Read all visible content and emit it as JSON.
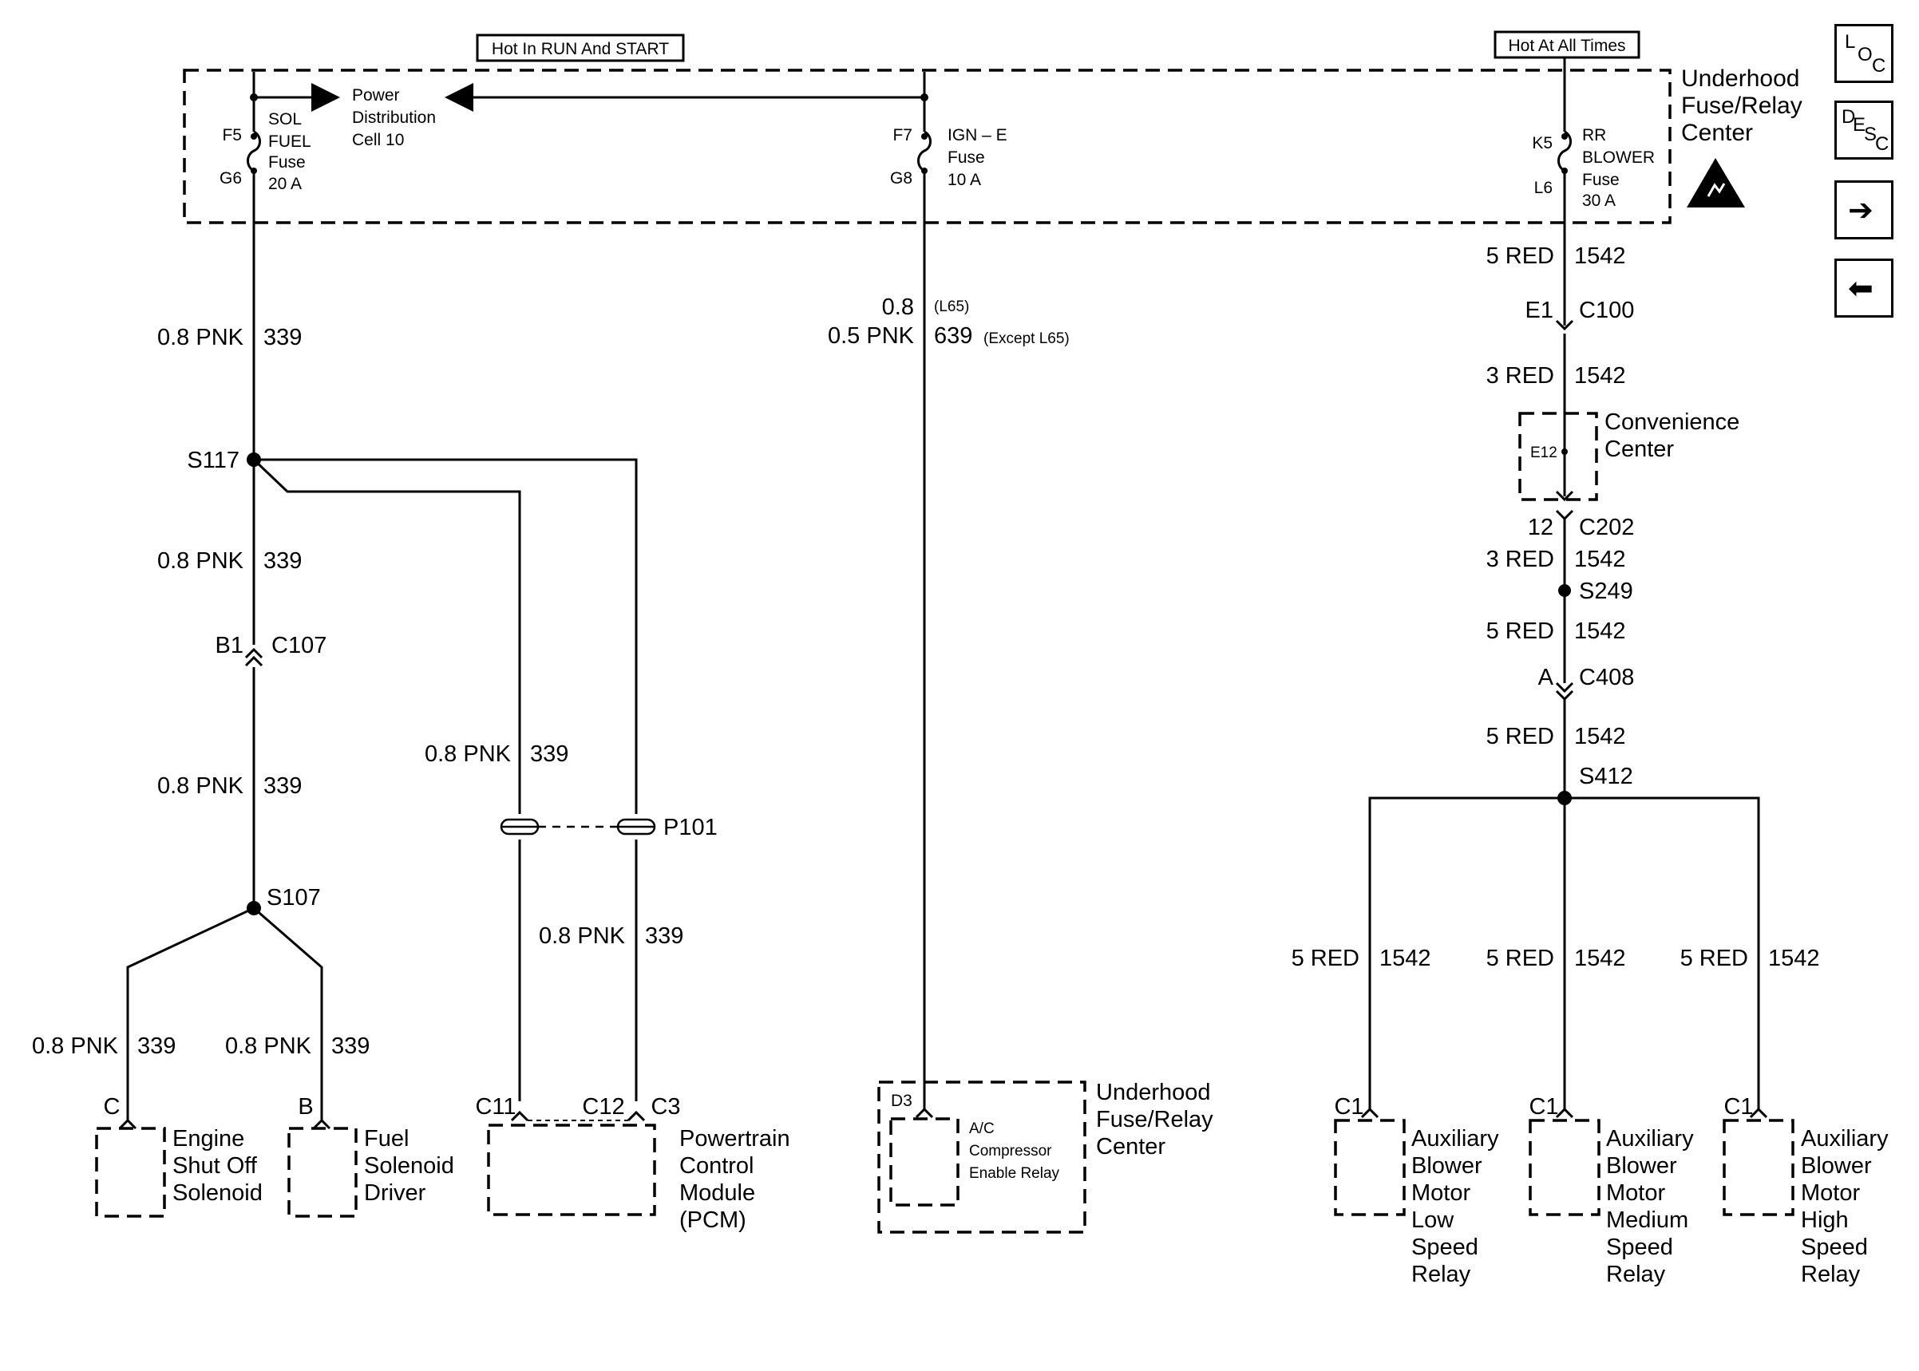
{
  "headers": {
    "run_start": "Hot In RUN And START",
    "all_times": "Hot At All Times"
  },
  "underhood_top": [
    "Underhood",
    "Fuse/Relay",
    "Center"
  ],
  "power_dist": [
    "Power",
    "Distribution",
    "Cell 10"
  ],
  "fuse_f5": {
    "pin_top": "F5",
    "pin_bottom": "G6",
    "label": [
      "SOL",
      "FUEL",
      "Fuse",
      "20 A"
    ]
  },
  "fuse_f7": {
    "pin_top": "F7",
    "pin_bottom": "G8",
    "label": [
      "IGN – E",
      "Fuse",
      "10 A"
    ]
  },
  "fuse_k5": {
    "pin_top": "K5",
    "pin_bottom": "L6",
    "label": [
      "RR",
      "BLOWER",
      "Fuse",
      "30 A"
    ]
  },
  "wires": {
    "w339_top": {
      "color": "0.8 PNK",
      "circuit": "339"
    },
    "w339_mid": {
      "color": "0.8 PNK",
      "circuit": "339"
    },
    "w339_low": {
      "color": "0.8 PNK",
      "circuit": "339"
    },
    "w339_pcm_up": {
      "color": "0.8 PNK",
      "circuit": "339"
    },
    "w339_pcm_low": {
      "color": "0.8 PNK",
      "circuit": "339"
    },
    "w339_eng": {
      "color": "0.8 PNK",
      "circuit": "339"
    },
    "w339_fuel": {
      "color": "0.8 PNK",
      "circuit": "339"
    },
    "w639_a": {
      "color": "0.8",
      "note": "(L65)"
    },
    "w639_b": {
      "color": "0.5 PNK",
      "circuit": "639",
      "note": "(Except L65)"
    },
    "w1542_1": {
      "color": "5 RED",
      "circuit": "1542"
    },
    "w1542_2": {
      "color": "3 RED",
      "circuit": "1542"
    },
    "w1542_3": {
      "color": "3 RED",
      "circuit": "1542"
    },
    "w1542_4": {
      "color": "5 RED",
      "circuit": "1542"
    },
    "w1542_5": {
      "color": "5 RED",
      "circuit": "1542"
    },
    "w1542_low": {
      "color": "5 RED",
      "circuit": "1542"
    },
    "w1542_med": {
      "color": "5 RED",
      "circuit": "1542"
    },
    "w1542_high": {
      "color": "5 RED",
      "circuit": "1542"
    }
  },
  "splices": {
    "s117": "S117",
    "s107": "S107",
    "s249": "S249",
    "s412": "S412"
  },
  "connectors": {
    "c107": {
      "pin": "B1",
      "name": "C107"
    },
    "c100": {
      "pin": "E1",
      "name": "C100"
    },
    "c202": {
      "pin": "12",
      "name": "C202"
    },
    "c408": {
      "pin": "A",
      "name": "C408"
    },
    "p101": "P101",
    "conv_pin": "E12"
  },
  "convenience": [
    "Convenience",
    "Center"
  ],
  "components": {
    "engine": {
      "pin": "C",
      "name": [
        "Engine",
        "Shut Off",
        "Solenoid"
      ]
    },
    "fuel": {
      "pin": "B",
      "name": [
        "Fuel",
        "Solenoid",
        "Driver"
      ]
    },
    "pcm": {
      "pins": [
        "C11",
        "C12",
        "C3"
      ],
      "name": [
        "Powertrain",
        "Control",
        "Module",
        "(PCM)"
      ]
    },
    "ac_relay": {
      "pin": "D3",
      "name": [
        "A/C",
        "Compressor",
        "Enable Relay"
      ]
    },
    "underhood_bottom": [
      "Underhood",
      "Fuse/Relay",
      "Center"
    ],
    "low": {
      "pin": "C1",
      "name": [
        "Auxiliary",
        "Blower",
        "Motor",
        "Low",
        "Speed",
        "Relay"
      ]
    },
    "med": {
      "pin": "C1",
      "name": [
        "Auxiliary",
        "Blower",
        "Motor",
        "Medium",
        "Speed",
        "Relay"
      ]
    },
    "high": {
      "pin": "C1",
      "name": [
        "Auxiliary",
        "Blower",
        "Motor",
        "High",
        "Speed",
        "Relay"
      ]
    }
  },
  "nav": {
    "loc": [
      "L",
      "O",
      "C"
    ],
    "desc": [
      "D",
      "E",
      "S",
      "C"
    ],
    "next": "➔",
    "prev": "⬅"
  }
}
